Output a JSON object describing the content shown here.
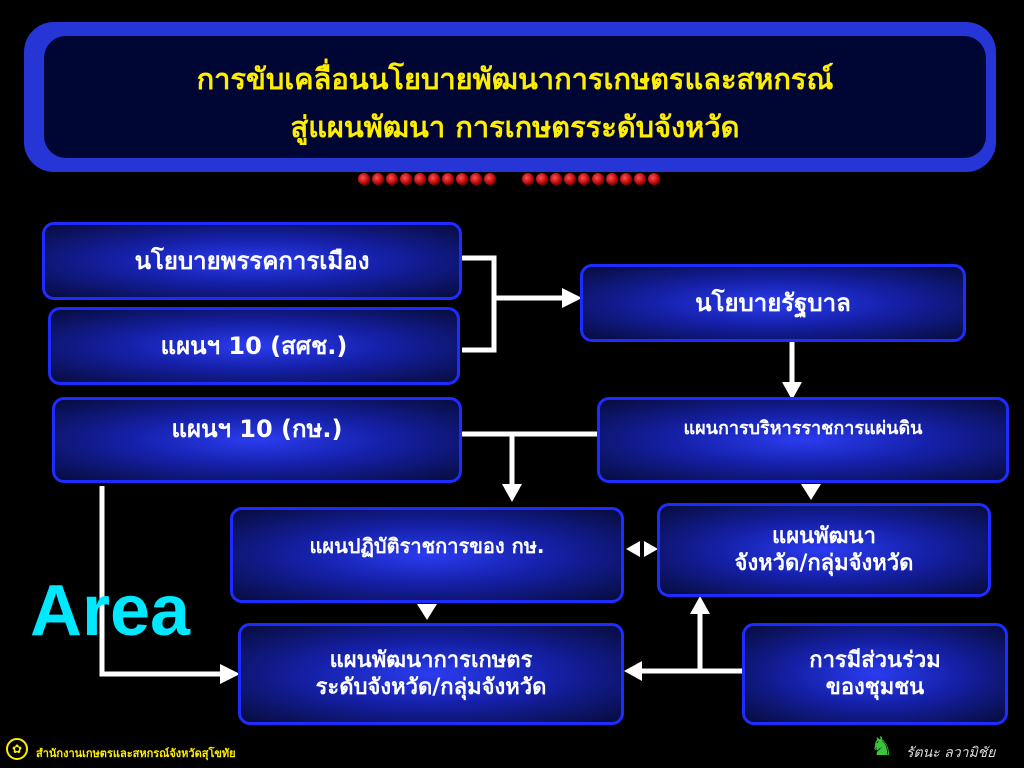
{
  "title": {
    "line1": "การขับเคลื่อนนโยบายพัฒนาการเกษตรและสหกรณ์",
    "line2": "สู่แผนพัฒนา การเกษตรระดับจังหวัด"
  },
  "boxes": {
    "party_policy": "นโยบายพรรคการเมือง",
    "plan10_nesdb": "แผนฯ 10 (สศช.)",
    "plan10_moac": "แผนฯ 10 (กษ.)",
    "gov_policy": "นโยบายรัฐบาล",
    "admin_plan": "แผนการบริหารราชการแผ่นดิน",
    "moac_action_plan": "แผนปฏิบัติราชการของ กษ.",
    "province_dev_plan": [
      "แผนพัฒนา",
      "จังหวัด/กลุ่มจังหวัด"
    ],
    "agri_dev_plan": [
      "แผนพัฒนาการเกษตร",
      "ระดับจังหวัด/กลุ่มจังหวัด"
    ],
    "community_participation": [
      "การมีส่วนร่วม",
      "ของชุมชน"
    ]
  },
  "area_label": "Area",
  "footer": {
    "office": "สำนักงานเกษตรและสหกรณ์จังหวัดสุโขทัย",
    "signature": "รัตนะ ลวามิชัย",
    "logo_icon": "emblem-icon",
    "signature_icon": "figure-icon"
  },
  "colors": {
    "title_text": "#ffee00",
    "box_border": "#1e2cff",
    "area_text": "#00e8ff",
    "connector": "#ffffff"
  }
}
